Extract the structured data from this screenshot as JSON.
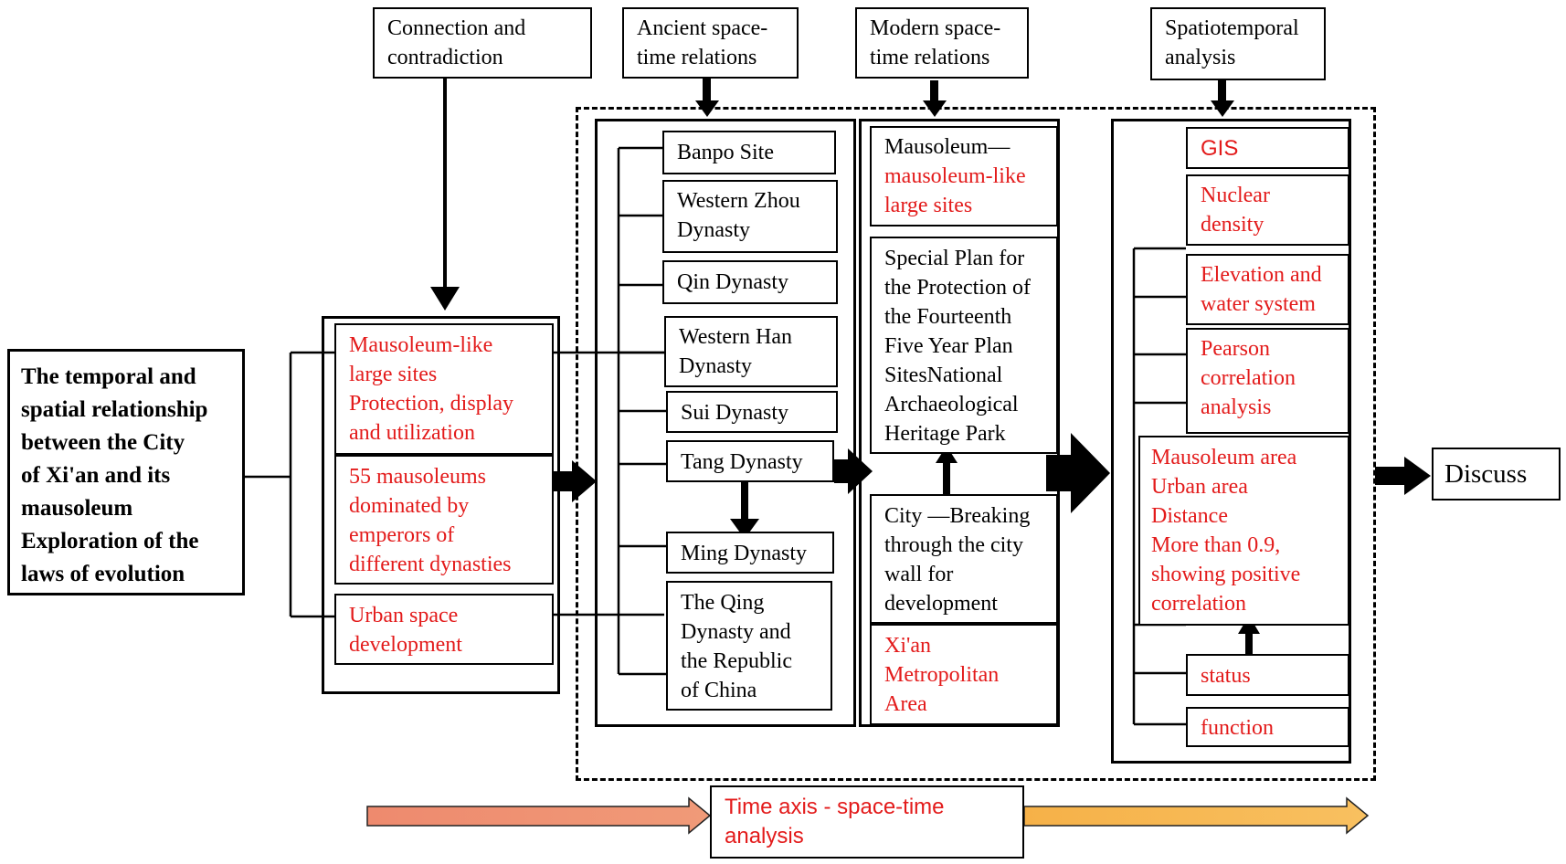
{
  "main_title": "The temporal and\nspatial relationship\nbetween the City\nof Xi'an and its\nmausoleum\nExploration of the\nlaws of evolution",
  "header_labels": {
    "connection": "Connection and\ncontradiction",
    "ancient": "Ancient space-\ntime relations",
    "modern": "Modern space-\ntime relations",
    "spatiotemporal": "Spatiotemporal\nanalysis"
  },
  "left_group": [
    "Mausoleum-like\nlarge sites\nProtection, display\nand utilization",
    "55 mausoleums\ndominated by\nemperors of\ndifferent dynasties",
    "Urban space\ndevelopment"
  ],
  "ancient_items": [
    "Banpo Site",
    "Western Zhou\nDynasty",
    "Qin Dynasty",
    "Western Han\nDynasty",
    "Sui Dynasty",
    "Tang Dynasty",
    "Ming Dynasty",
    "The Qing\nDynasty and\nthe Republic\nof China"
  ],
  "modern_items": {
    "mausoleum_prefix": "Mausoleum—",
    "mausoleum_red": "mausoleum-like\nlarge sites",
    "special_plan": "Special Plan for\nthe Protection of\nthe Fourteenth\nFive Year Plan\nSitesNational\nArchaeological\nHeritage Park",
    "city": "City —Breaking\nthrough the city\nwall for\ndevelopment",
    "metro": "Xi'an\nMetropolitan\nArea"
  },
  "analysis_items": {
    "gis": "GIS",
    "nuclear": "Nuclear\ndensity",
    "elevation": "Elevation and\nwater system",
    "pearson": "Pearson\ncorrelation\nanalysis",
    "correlation_result": "Mausoleum area\nUrban area\nDistance\nMore than 0.9,\nshowing positive\ncorrelation",
    "status": "status",
    "function": "function"
  },
  "discuss": "Discuss",
  "time_axis": "Time axis - space-time\nanalysis",
  "colors": {
    "accent_red": "#e31b1b",
    "axis_left": "#ee8a6e",
    "axis_right": "#f6b148"
  }
}
